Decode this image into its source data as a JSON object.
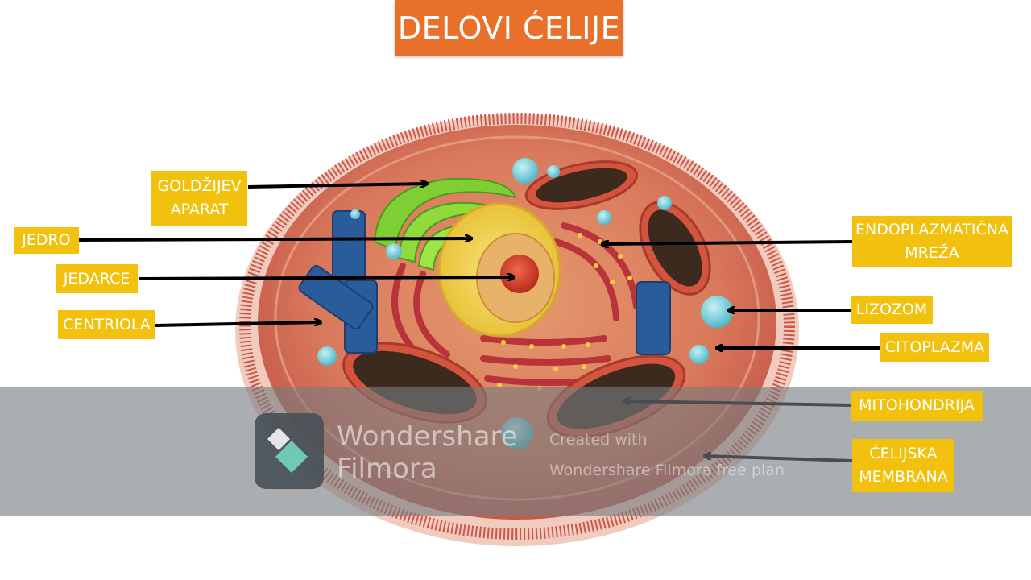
{
  "title": "DELOVI ĆELIJE",
  "labels": {
    "goldzijev": [
      "GOLDŽIJEV",
      "APARAT"
    ],
    "jedro": "JEDRO",
    "jedarce": "JEDARCE",
    "centriola": "CENTRIOLA",
    "endoplazmaticna": [
      "ENDOPLAZMATIČNA",
      "MREŽA"
    ],
    "lizozom": "LIZOZOM",
    "citoplazma": "CITOPLAZMA",
    "mitohondrija": "MITOHONDRIJA",
    "celijska_membrana": [
      "ĆELIJSKA",
      "MEMBRANA"
    ]
  },
  "watermark": {
    "brand": [
      "Wondershare",
      "Filmora"
    ],
    "text": [
      "Created with",
      "Wondershare Filmora free plan"
    ]
  },
  "colors": {
    "title_bg": "#e8702a",
    "label_bg": "#f2c10d",
    "label_text": "#ffffff",
    "arrow": "#000000"
  }
}
